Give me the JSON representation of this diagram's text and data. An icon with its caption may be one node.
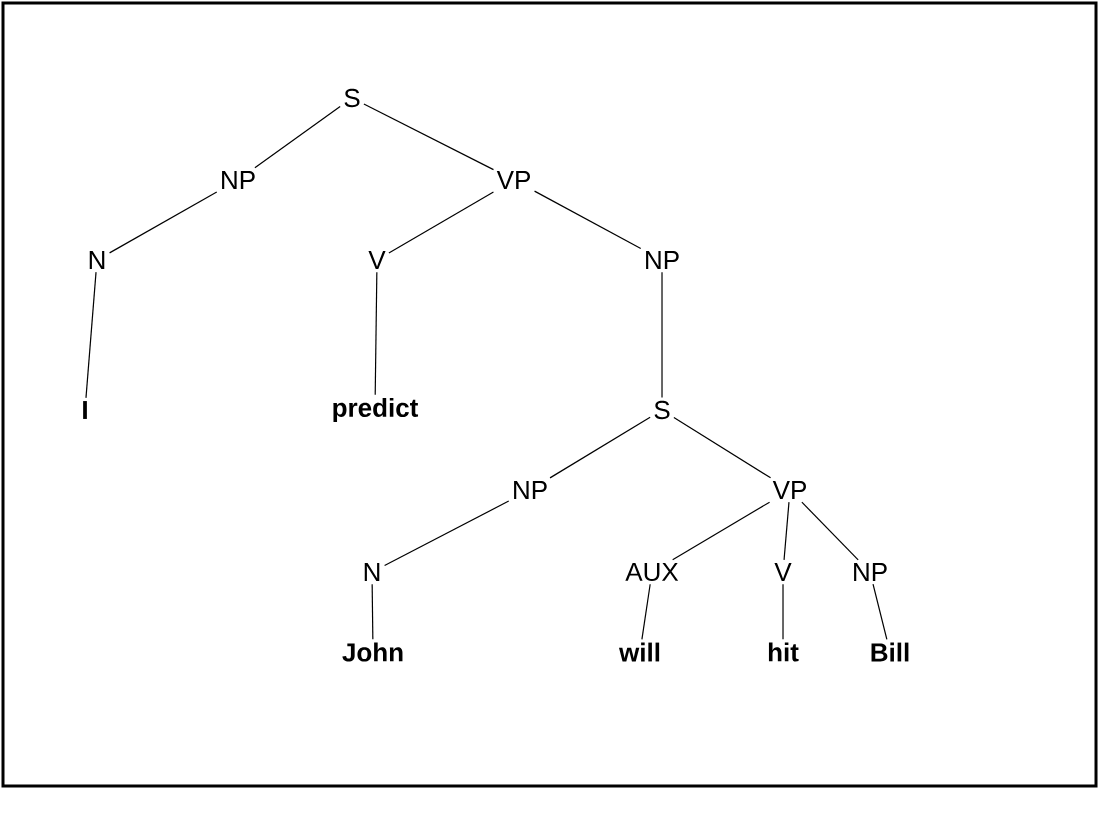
{
  "diagram": {
    "nodes": [
      {
        "text": [
          "S"
        ]
      },
      {
        "text": [
          "NP"
        ]
      },
      {
        "text": [
          "VP"
        ]
      },
      {
        "text": [
          "N"
        ]
      },
      {
        "text": [
          "V"
        ]
      },
      {
        "text": [
          "NP"
        ]
      },
      {
        "text": [
          "I"
        ]
      },
      {
        "text": [
          "predict"
        ]
      },
      {
        "text": [
          "S"
        ]
      },
      {
        "text": [
          "NP"
        ]
      },
      {
        "text": [
          "VP"
        ]
      },
      {
        "text": [
          "N"
        ]
      },
      {
        "text": [
          "AUX"
        ]
      },
      {
        "text": [
          "V"
        ]
      },
      {
        "text": [
          "NP"
        ]
      },
      {
        "text": [
          "John"
        ]
      },
      {
        "text": [
          "will"
        ]
      },
      {
        "text": [
          "hit"
        ]
      },
      {
        "text": [
          "Bill"
        ]
      }
    ],
    "edges": [
      {
        "from": 0,
        "to": 1,
        "arrow": "none"
      },
      {
        "from": 0,
        "to": 2,
        "arrow": "none"
      },
      {
        "from": 1,
        "to": 3,
        "arrow": "none"
      },
      {
        "from": 2,
        "to": 4,
        "arrow": "none"
      },
      {
        "from": 2,
        "to": 5,
        "arrow": "none"
      },
      {
        "from": 3,
        "to": 6,
        "arrow": "none"
      },
      {
        "from": 4,
        "to": 7,
        "arrow": "none"
      },
      {
        "from": 5,
        "to": 8,
        "arrow": "none"
      },
      {
        "from": 8,
        "to": 9,
        "arrow": "none"
      },
      {
        "from": 8,
        "to": 10,
        "arrow": "none"
      },
      {
        "from": 9,
        "to": 11,
        "arrow": "none"
      },
      {
        "from": 10,
        "to": 12,
        "arrow": "none"
      },
      {
        "from": 10,
        "to": 13,
        "arrow": "none"
      },
      {
        "from": 10,
        "to": 14,
        "arrow": "none"
      },
      {
        "from": 11,
        "to": 15,
        "arrow": "none"
      },
      {
        "from": 12,
        "to": 16,
        "arrow": "none"
      },
      {
        "from": 13,
        "to": 17,
        "arrow": "none"
      },
      {
        "from": 14,
        "to": 18,
        "arrow": "none"
      }
    ]
  }
}
